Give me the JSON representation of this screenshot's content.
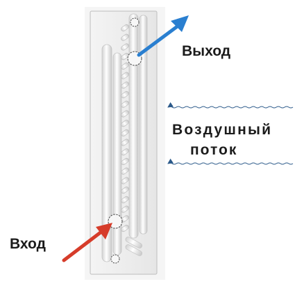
{
  "labels": {
    "outlet": "Выход",
    "airflow_line1": "Воздушный",
    "airflow_line2": "поток",
    "inlet": "Вход"
  },
  "colors": {
    "outlet_arrow": "#2a7fd0",
    "inlet_arrow": "#d63c2a",
    "airflow_arrow": "#2c5a8a",
    "panel_fill": "#e8e8e8",
    "panel_border": "#bdbdbd",
    "tube_light": "#fbfbfb",
    "tube_shadow": "#c9c9c9"
  },
  "fins": {
    "count": 22
  }
}
